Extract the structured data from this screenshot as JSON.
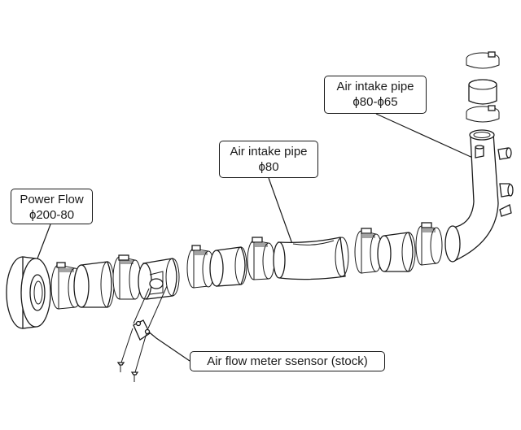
{
  "labels": {
    "power_flow": {
      "name": "Power Flow",
      "size": "ϕ200-80"
    },
    "intake_pipe_80": {
      "name": "Air intake pipe",
      "size": "ϕ80"
    },
    "intake_pipe_80_65": {
      "name": "Air intake pipe",
      "size": "ϕ80-ϕ65"
    },
    "air_flow_meter": {
      "name": "Air flow meter ssensor (stock)"
    }
  },
  "colors": {
    "ink": "#1a1a1a",
    "background": "#ffffff"
  }
}
